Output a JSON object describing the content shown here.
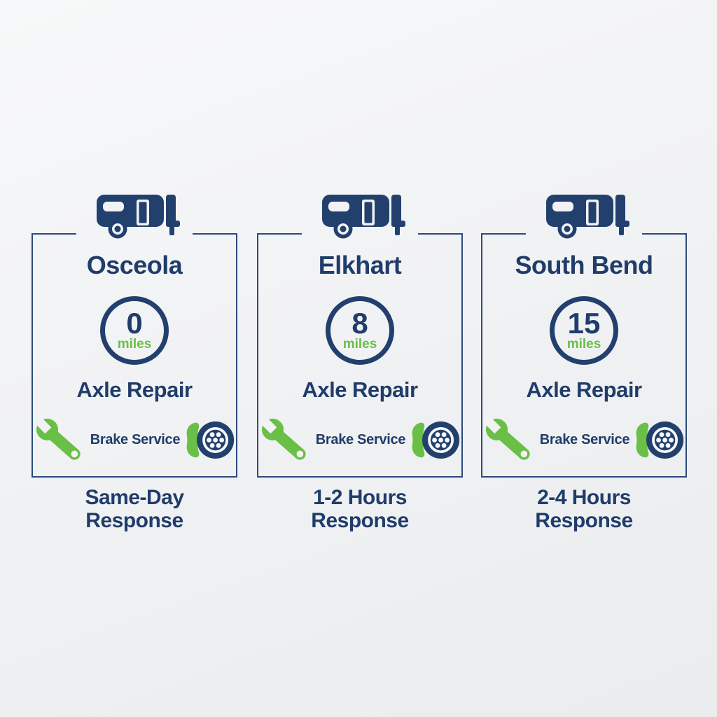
{
  "colors": {
    "background": "#f1f2f4",
    "navy_text": "#203c6a",
    "navy_icon": "#22406e",
    "border_navy": "#2b4a7c",
    "green": "#6abf47"
  },
  "icons": {
    "trailer": "rv-trailer-icon",
    "wrench": "wrench-icon",
    "brake": "brake-disc-icon"
  },
  "cards": [
    {
      "city": "Osceola",
      "distance": "0",
      "unit": "miles",
      "service": "Axle Repair",
      "service2": "Brake Service",
      "response_line1": "Same-Day",
      "response_line2": "Response"
    },
    {
      "city": "Elkhart",
      "distance": "8",
      "unit": "miles",
      "service": "Axle Repair",
      "service2": "Brake Service",
      "response_line1": "1-2 Hours",
      "response_line2": "Response"
    },
    {
      "city": "South Bend",
      "distance": "15",
      "unit": "miles",
      "service": "Axle Repair",
      "service2": "Brake Service",
      "response_line1": "2-4 Hours",
      "response_line2": "Response"
    }
  ]
}
